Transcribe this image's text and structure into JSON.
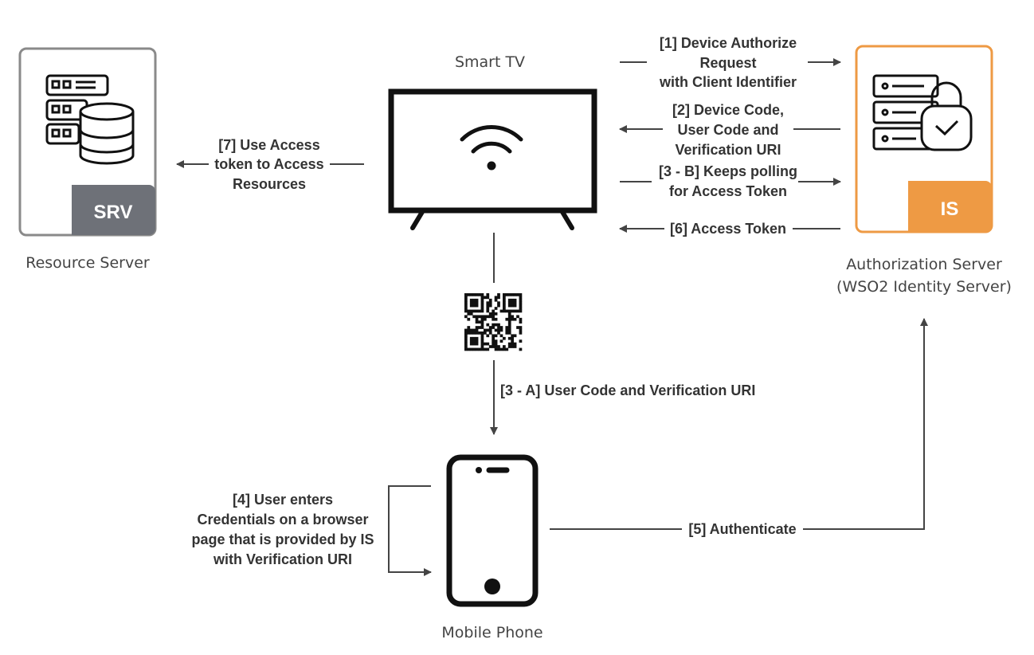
{
  "nodes": {
    "resource_server": {
      "badge": "SRV",
      "label": "Resource Server",
      "color": "#6e7178"
    },
    "smart_tv": {
      "label": "Smart TV"
    },
    "auth_server": {
      "badge": "IS",
      "label_line1": "Authorization Server",
      "label_line2": "(WSO2 Identity Server)",
      "color": "#ee9a44"
    },
    "mobile_phone": {
      "label": "Mobile Phone"
    }
  },
  "edges": {
    "step1": {
      "lines": [
        "[1] Device Authorize",
        "Request",
        "with Client Identifier"
      ]
    },
    "step2": {
      "lines": [
        "[2] Device Code,",
        "User Code and",
        "Verification URI"
      ]
    },
    "step3b": {
      "lines": [
        "[3 - B] Keeps polling",
        "for Access Token"
      ]
    },
    "step6": {
      "lines": [
        "[6] Access Token"
      ]
    },
    "step7": {
      "lines": [
        "[7] Use Access",
        "token to Access",
        "Resources"
      ]
    },
    "step3a": {
      "lines": [
        "[3 - A] User Code and Verification URI"
      ]
    },
    "step4": {
      "lines": [
        "[4] User enters",
        "Credentials on a browser",
        "page that is provided by IS",
        "with Verification URI"
      ]
    },
    "step5": {
      "lines": [
        "[5] Authenticate"
      ]
    }
  }
}
